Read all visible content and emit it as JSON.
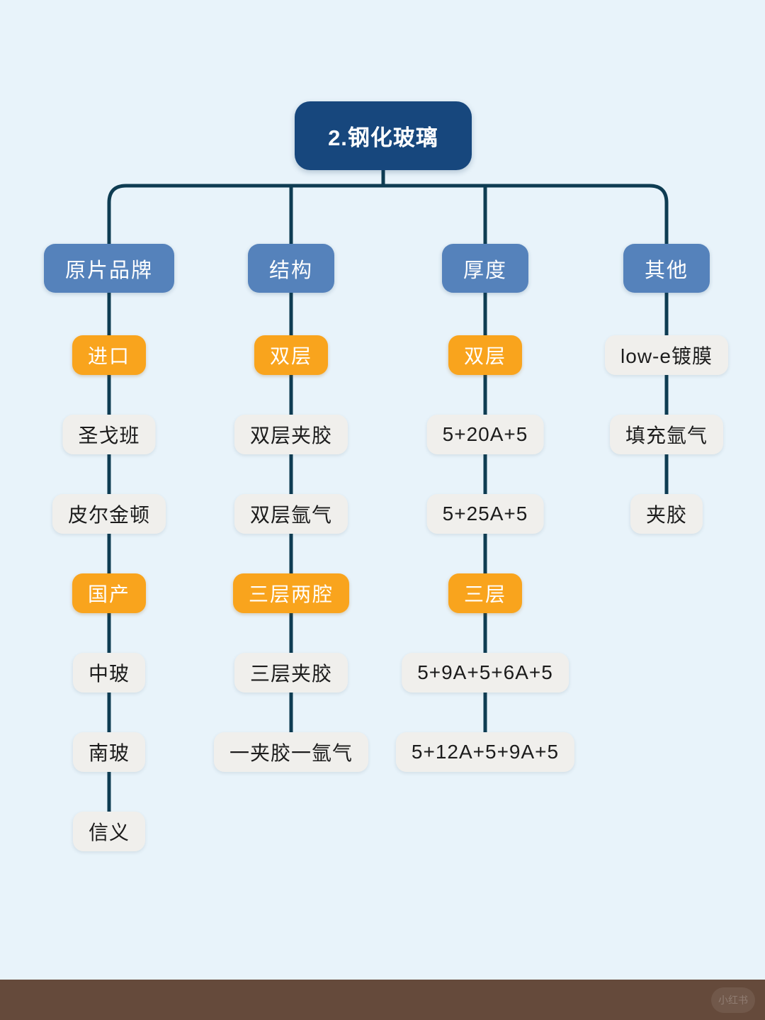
{
  "diagram": {
    "root": {
      "label": "2.钢化玻璃"
    },
    "branches": [
      {
        "label": "原片品牌",
        "items": [
          {
            "label": "进口",
            "style": "highlight"
          },
          {
            "label": "圣戈班",
            "style": "plain"
          },
          {
            "label": "皮尔金顿",
            "style": "plain"
          },
          {
            "label": "国产",
            "style": "highlight"
          },
          {
            "label": "中玻",
            "style": "plain"
          },
          {
            "label": "南玻",
            "style": "plain"
          },
          {
            "label": "信义",
            "style": "plain"
          }
        ]
      },
      {
        "label": "结构",
        "items": [
          {
            "label": "双层",
            "style": "highlight"
          },
          {
            "label": "双层夹胶",
            "style": "plain"
          },
          {
            "label": "双层氩气",
            "style": "plain"
          },
          {
            "label": "三层两腔",
            "style": "highlight"
          },
          {
            "label": "三层夹胶",
            "style": "plain"
          },
          {
            "label": "一夹胶一氩气",
            "style": "plain"
          }
        ]
      },
      {
        "label": "厚度",
        "items": [
          {
            "label": "双层",
            "style": "highlight"
          },
          {
            "label": "5+20A+5",
            "style": "plain"
          },
          {
            "label": "5+25A+5",
            "style": "plain"
          },
          {
            "label": "三层",
            "style": "highlight"
          },
          {
            "label": "5+9A+5+6A+5",
            "style": "plain"
          },
          {
            "label": "5+12A+5+9A+5",
            "style": "plain"
          }
        ]
      },
      {
        "label": "其他",
        "items": [
          {
            "label": "low-e镀膜",
            "style": "plain"
          },
          {
            "label": "填充氩气",
            "style": "plain"
          },
          {
            "label": "夹胶",
            "style": "plain"
          }
        ]
      }
    ],
    "colors": {
      "background": "#e8f3fa",
      "root_box": "#17477d",
      "branch_box": "#5582bb",
      "highlight_box": "#f9a41d",
      "plain_box": "#f0efec",
      "connector": "#0e3c52",
      "footer_bar": "#654a3b"
    },
    "watermark": "小红书"
  }
}
